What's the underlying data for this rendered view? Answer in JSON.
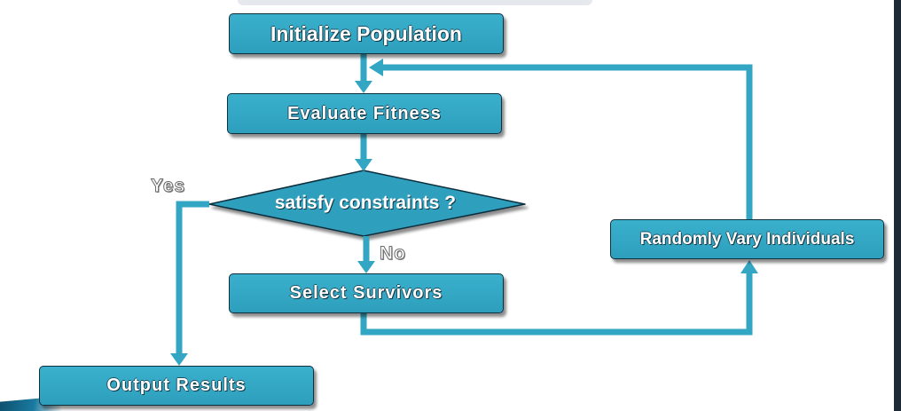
{
  "diagram": {
    "nodes": {
      "initialize": "Initialize Population",
      "evaluate": "Evaluate Fitness",
      "decision": "satisfy constraints ?",
      "select": "Select Survivors",
      "vary": "Randomly Vary Individuals",
      "output": "Output Results"
    },
    "edge_labels": {
      "yes": "Yes",
      "no": "No"
    },
    "edges": [
      {
        "from": "initialize",
        "to": "evaluate"
      },
      {
        "from": "evaluate",
        "to": "decision"
      },
      {
        "from": "decision",
        "to": "select",
        "label": "no"
      },
      {
        "from": "decision",
        "to": "output",
        "label": "yes"
      },
      {
        "from": "select",
        "to": "vary"
      },
      {
        "from": "vary",
        "to": "evaluate"
      }
    ]
  },
  "colors": {
    "node_fill": "#34a8c6",
    "node_border": "#0e2f3c",
    "connector": "#33a6c4",
    "text": "#ffffff"
  }
}
